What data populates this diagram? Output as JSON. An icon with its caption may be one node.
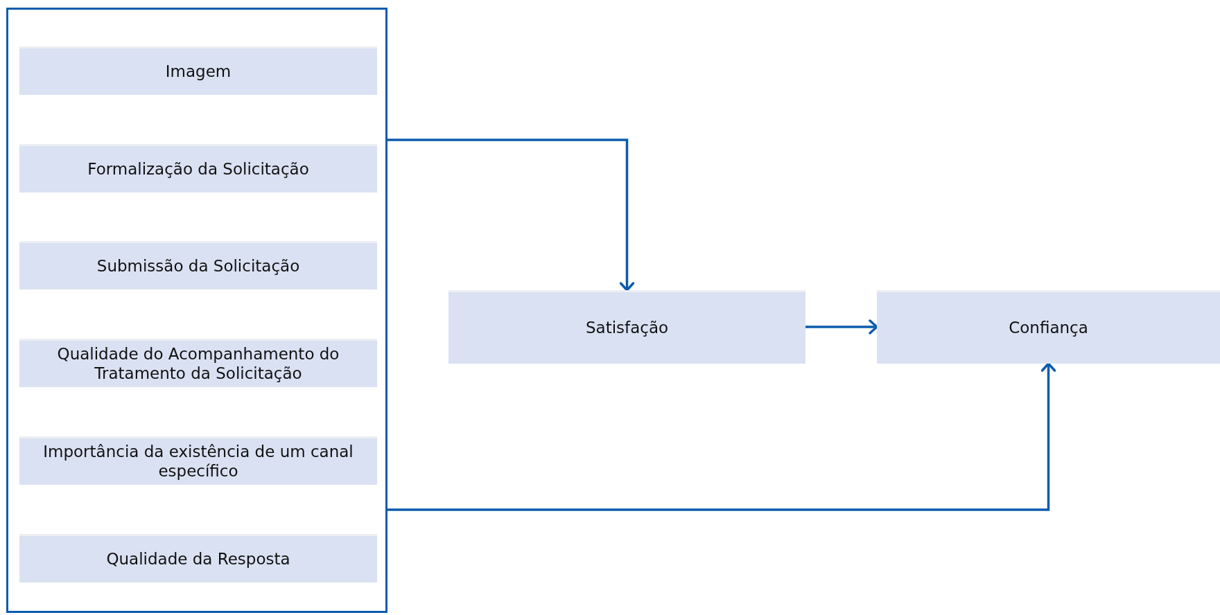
{
  "diagram": {
    "nodes": [
      {
        "text": [],
        "shape": "box"
      },
      {
        "text": [
          "Imagem"
        ],
        "in": 0
      },
      {
        "text": [
          "Formalização da Solicitação"
        ],
        "in": 0
      },
      {
        "text": [
          "Submissão da Solicitação"
        ],
        "in": 0
      },
      {
        "text": [
          "Qualidade do Acompanhamento do Tratamento da Solicitação"
        ],
        "in": 0
      },
      {
        "text": [
          "Importância da existência de um canal específico"
        ],
        "in": 0
      },
      {
        "text": [
          "Qualidade da Resposta"
        ],
        "in": 0
      },
      {
        "text": [
          "Satisfação"
        ]
      },
      {
        "text": [
          "Confiança"
        ]
      }
    ],
    "edges": [
      {
        "from": 0,
        "to": 7,
        "arrow": "to"
      },
      {
        "from": 7,
        "to": 8,
        "arrow": "to"
      },
      {
        "from": 0,
        "to": 8,
        "arrow": "to"
      }
    ]
  }
}
